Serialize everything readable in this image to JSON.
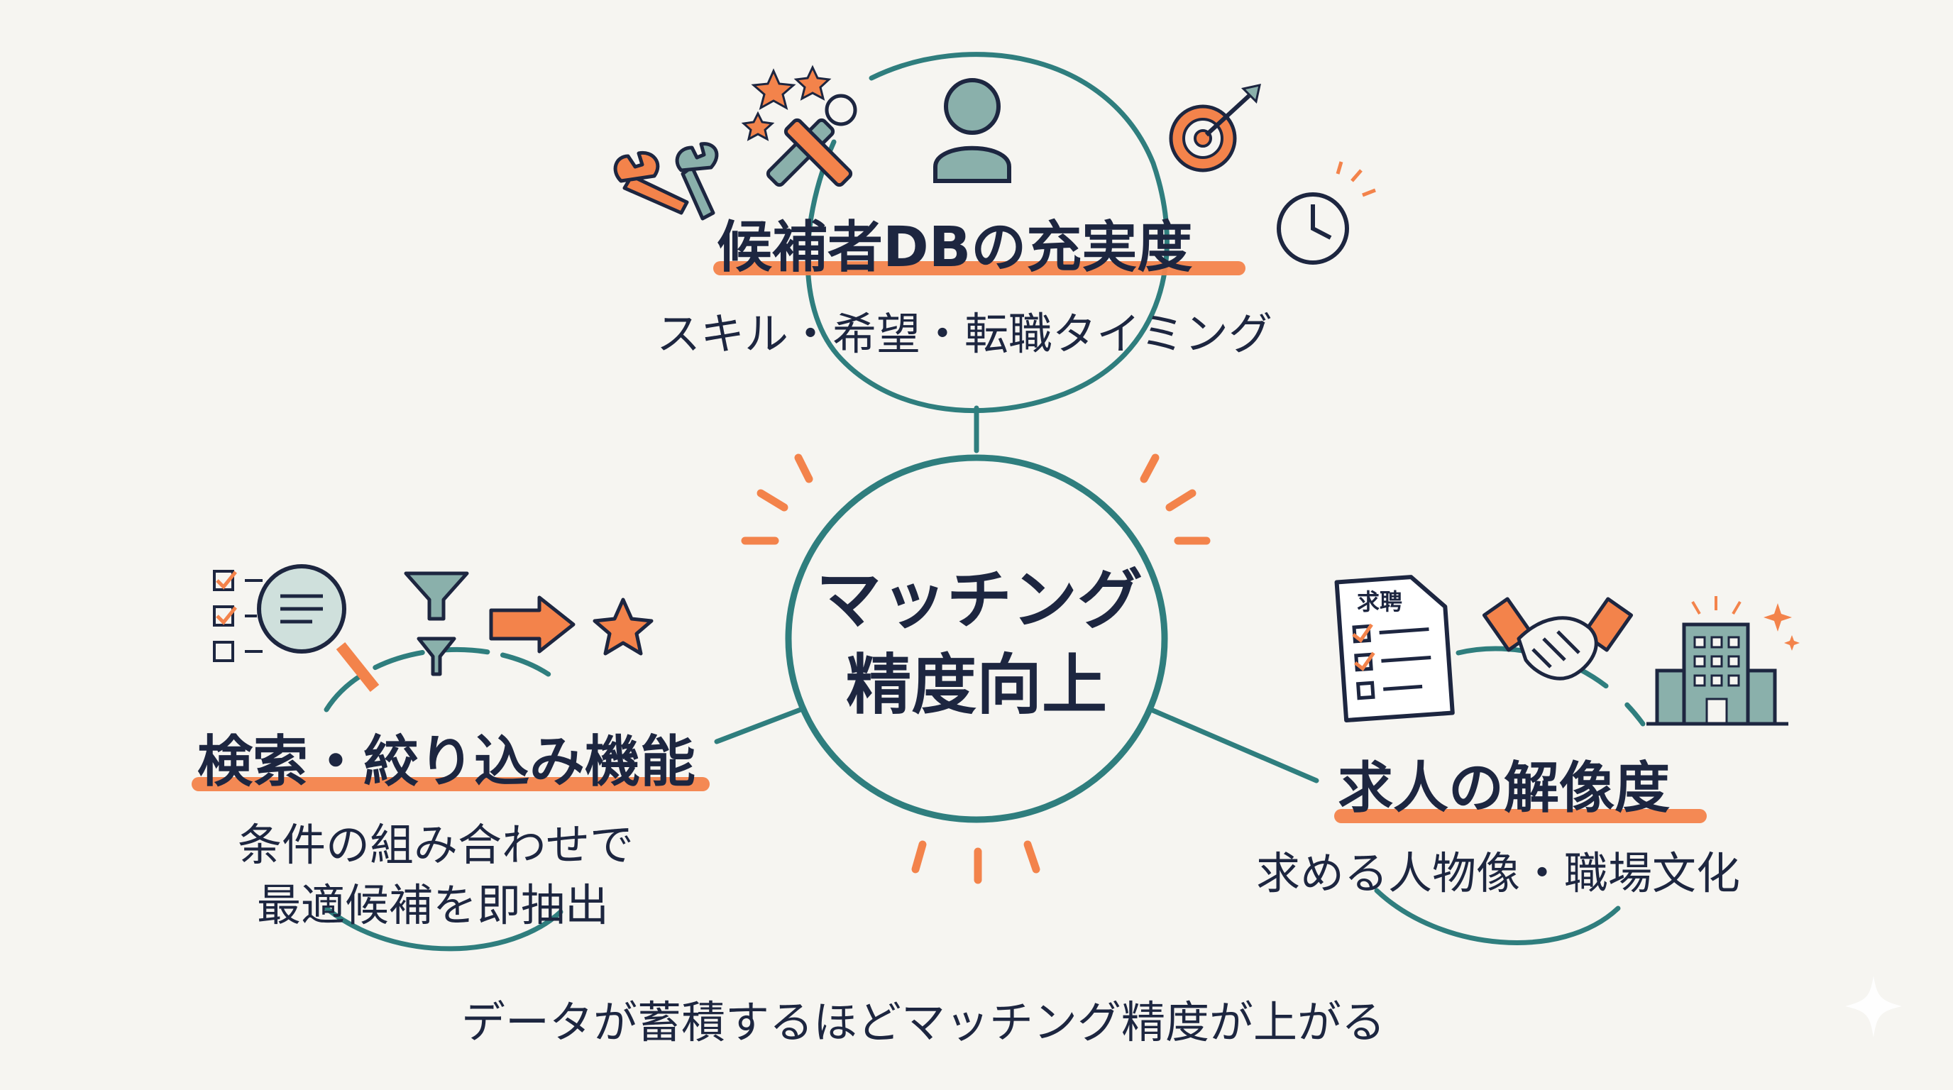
{
  "center": {
    "line1": "マッチング",
    "line2": "精度向上"
  },
  "nodes": {
    "top": {
      "title": "候補者DBの充実度",
      "subtitle": "スキル・希望・転職タイミング"
    },
    "left": {
      "title": "検索・絞り込み機能",
      "subtitle_line1": "条件の組み合わせで",
      "subtitle_line2": "最適候補を即抽出"
    },
    "right": {
      "title": "求人の解像度",
      "subtitle": "求める人物像・職場文化"
    }
  },
  "job_doc_label": "求聘",
  "caption": "データが蓄積するほどマッチング精度が上がる",
  "colors": {
    "teal": "#2f7e7e",
    "orange": "#f3834b",
    "navy": "#1d2640",
    "sage": "#8ab0ab",
    "background": "#f6f5f1"
  },
  "icons": [
    "stars-icon",
    "tools-icon",
    "person-icon",
    "target-icon",
    "wrench-icon",
    "clock-icon",
    "checklist-icon",
    "magnifier-icon",
    "funnel-icon",
    "arrow-right-icon",
    "star-icon",
    "job-document-icon",
    "handshake-icon",
    "building-icon",
    "sparkle-icon"
  ]
}
